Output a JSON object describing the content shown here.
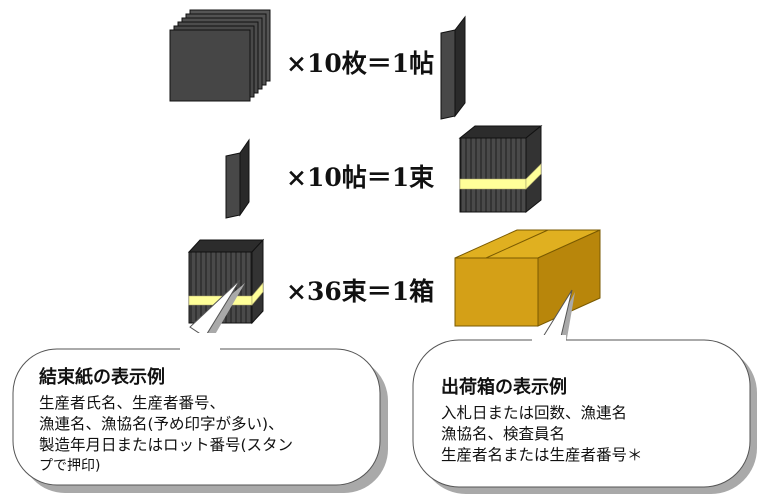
{
  "equations": {
    "sheets_to_jo": "×10枚＝1帖",
    "jo_to_soku": "×10帖＝1束",
    "soku_to_hako": "×36束＝1箱"
  },
  "callout_left": {
    "title": "結束紙の表示例",
    "lines": [
      "生産者氏名、生産者番号、",
      "漁連名、漁協名(予め印字が多い)、",
      "製造年月日またはロット番号(スタン",
      "プで押印)"
    ]
  },
  "callout_right": {
    "title": "出荷箱の表示例",
    "lines": [
      "入札日または回数、漁連名",
      "漁協名、検査員名",
      "生産者名または生産者番号＊"
    ]
  },
  "colors": {
    "sheet": "#454545",
    "sheet_dark": "#222222",
    "band": "#ffff99",
    "box_front": "#d4a017",
    "box_side": "#b8860b",
    "box_top": "#e0b020",
    "callout_shadow": "#a9a9a9"
  }
}
